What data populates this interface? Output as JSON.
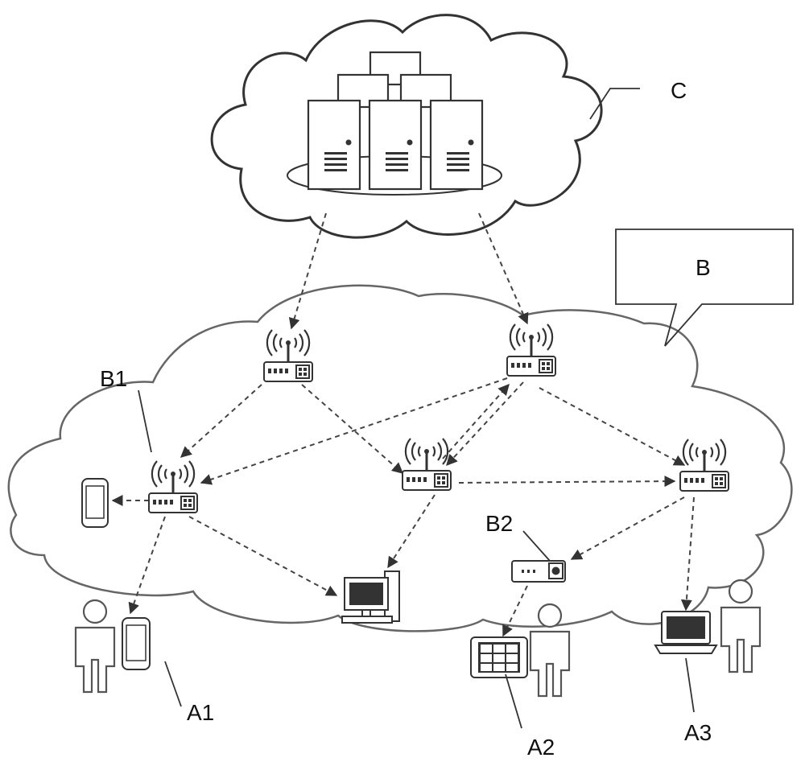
{
  "labels": {
    "cloud_server": "C",
    "network": "B",
    "access_node": "B1",
    "gateway": "B2",
    "user_a1": "A1",
    "user_a2": "A2",
    "user_a3": "A3"
  },
  "colors": {
    "line": "#333333",
    "dashed_link": "#444444",
    "network_cloud_outline": "#666666",
    "background": "#ffffff"
  },
  "icons": [
    "server-icon",
    "wireless-router-icon",
    "smartphone-icon",
    "desktop-computer-icon",
    "laptop-icon",
    "tablet-icon",
    "person-icon",
    "gateway-box-icon"
  ]
}
